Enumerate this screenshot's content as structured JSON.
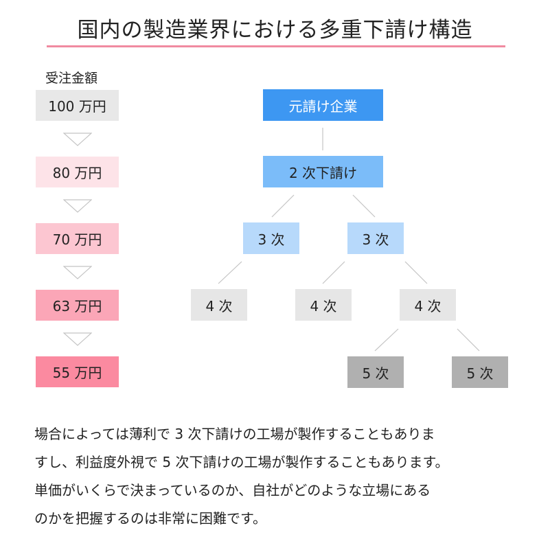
{
  "title": "国内の製造業界における多重下請け構造",
  "amounts": {
    "label": "受注金額",
    "items": [
      {
        "text": "100 万円",
        "color": "#e8e8e8"
      },
      {
        "text": "80 万円",
        "color": "#fde3e8"
      },
      {
        "text": "70 万円",
        "color": "#fcc6d1"
      },
      {
        "text": "63 万円",
        "color": "#fba6b7"
      },
      {
        "text": "55 万円",
        "color": "#fb8aa0"
      }
    ]
  },
  "tree": {
    "root": {
      "label": "元請け企業",
      "color": "#3d97f2",
      "text_color": "#ffffff"
    },
    "tier2": {
      "label": "2 次下請け",
      "color": "#7bbcf9"
    },
    "tier3": [
      {
        "label": "3 次",
        "color": "#b7d9fb"
      },
      {
        "label": "3 次",
        "color": "#b7d9fb"
      }
    ],
    "tier4": [
      {
        "label": "4 次",
        "color": "#e6e6e6"
      },
      {
        "label": "4 次",
        "color": "#e6e6e6"
      },
      {
        "label": "4 次",
        "color": "#e6e6e6"
      }
    ],
    "tier5": [
      {
        "label": "5 次",
        "color": "#b0b0b0"
      },
      {
        "label": "5 次",
        "color": "#b0b0b0"
      }
    ]
  },
  "description": [
    "場合によっては薄利で 3 次下請けの工場が製作することもありま",
    "すし、利益度外視で 5 次下請けの工場が製作することもあります。",
    "単価がいくらで決まっているのか、自社がどのような立場にある",
    "のかを把握するのは非常に困難です。"
  ]
}
